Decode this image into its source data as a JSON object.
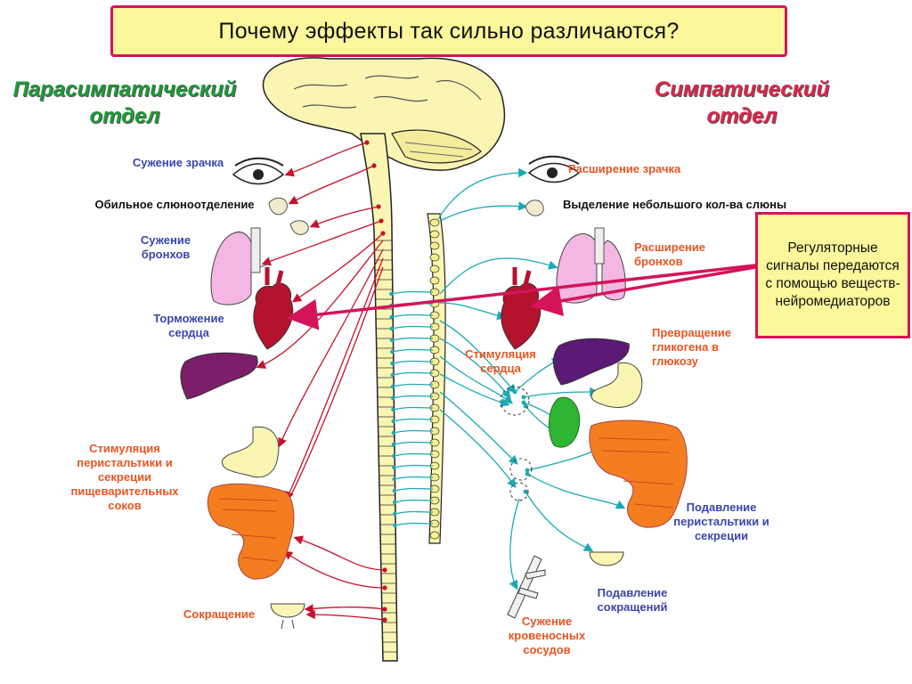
{
  "title": "Почему эффекты так сильно различаются?",
  "parasympathetic_heading": "Парасимпатический отдел",
  "sympathetic_heading": "Симпатический отдел",
  "callout": "Регуляторные сигналы передаются с помощью веществ-нейромедиаторов",
  "parasympathetic_effects": {
    "pupil": "Сужение зрачка",
    "saliva": "Обильное слюноотделение",
    "bronchi": "Сужение бронхов",
    "heart": "Торможение сердца",
    "digestion": "Стимуляция перистальтики и секреции пищеварительных соков",
    "bladder": "Сокращение"
  },
  "sympathetic_effects": {
    "pupil": "Расширение зрачка",
    "saliva": "Выделение небольшого кол-ва слюны",
    "bronchi": "Расширение бронхов",
    "heart": "Стимуляция сердца",
    "glycogen": "Превращение гликогена в глюкозу",
    "peristalsis": "Подавление перистальтики и секреции",
    "bladder": "Подавление сокращений",
    "vessels": "Сужение кровеносных сосудов"
  },
  "colors": {
    "parasympathetic": "#1c9a37",
    "sympathetic": "#e0234b",
    "parasympathetic_nerves": "#c8102e",
    "sympathetic_nerves": "#19aab4",
    "accent_border": "#d4145a",
    "highlight_fill": "#fbf79a"
  }
}
